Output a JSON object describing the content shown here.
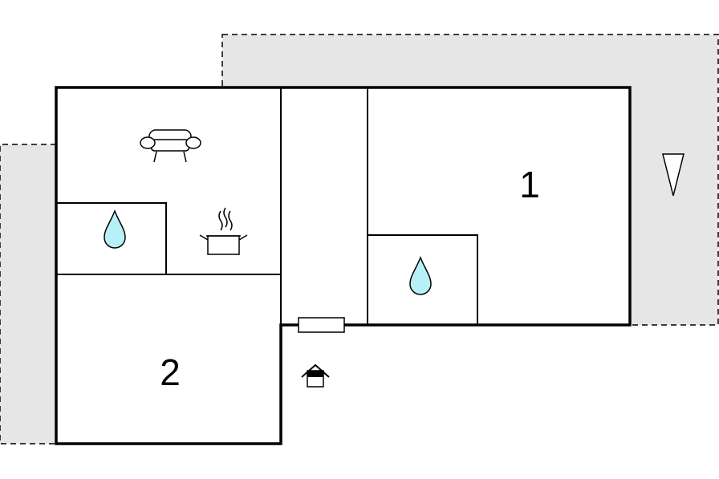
{
  "floor_plan": {
    "rooms": [
      {
        "label": "1",
        "kind": "bedroom"
      },
      {
        "label": "2",
        "kind": "bedroom"
      }
    ],
    "icons": [
      {
        "name": "sofa-icon",
        "meaning": "living room"
      },
      {
        "name": "cooking-pot-icon",
        "meaning": "kitchen"
      },
      {
        "name": "water-drop-icon",
        "meaning": "bathroom",
        "count": 2
      },
      {
        "name": "entrance-icon",
        "meaning": "entrance"
      },
      {
        "name": "north-arrow-icon",
        "meaning": "orientation"
      }
    ],
    "colors": {
      "wall": "#000000",
      "outdoor_area": "#e6e6e6",
      "water_drop": "#b8f0f8",
      "background": "#ffffff"
    }
  }
}
